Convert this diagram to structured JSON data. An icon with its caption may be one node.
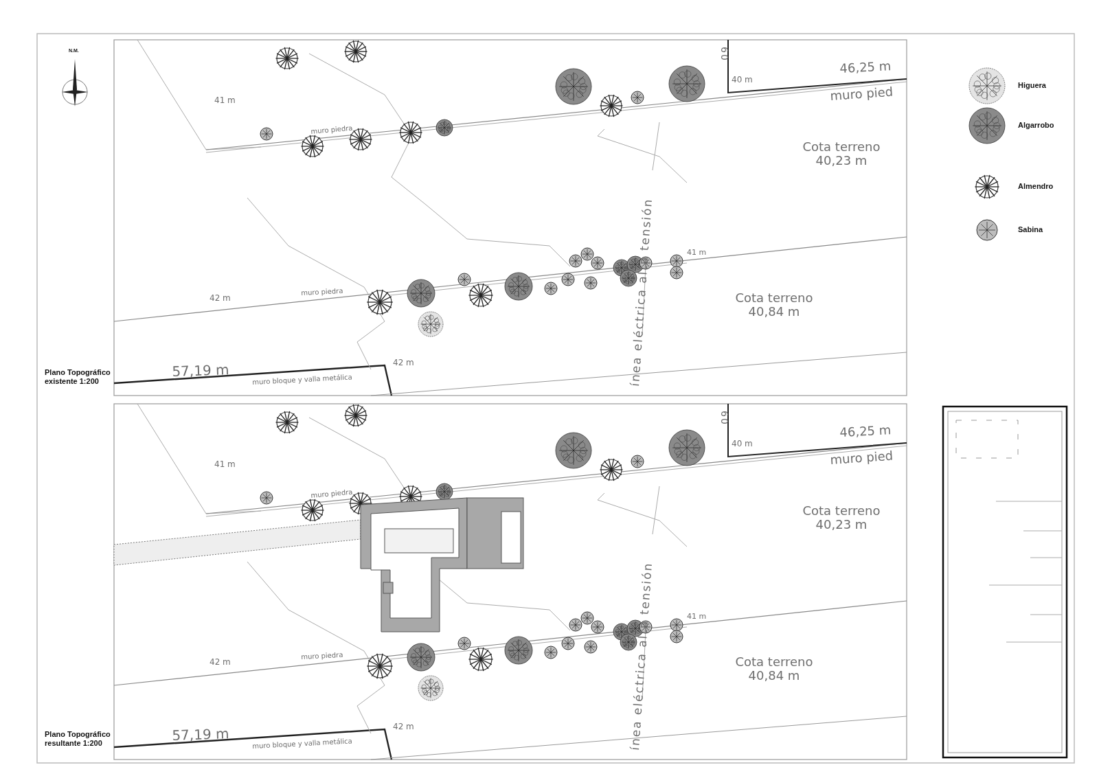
{
  "diagram": {
    "labels": [
      "N.M.",
      "41 m",
      "muro piedra",
      "46,25 m",
      "40 m",
      "60",
      "muro pied",
      "Cota terreno 40,23 m",
      "ínea eléctrica alta tensión",
      "41 m",
      "muro piedra",
      "42 m",
      "Cota terreno 40,84 m",
      "57,19 m",
      "42 m",
      "muro bloque y valla metálica",
      "Plano Topográfico existente 1:200",
      "41 m",
      "muro piedra",
      "46,25 m",
      "40 m",
      "60",
      "muro pied",
      "Cota terreno 40,23 m",
      "ínea eléctrica alta tensión",
      "41 m",
      "muro piedra",
      "42 m",
      "Cota terreno 40,84 m",
      "57,19 m",
      "42 m",
      "muro bloque y valla metálica",
      "Plano Topográfico resultante 1:200"
    ],
    "legend": [
      {
        "text": "Higuera"
      },
      {
        "text": "Algarrobo"
      },
      {
        "text": "Almendro"
      },
      {
        "text": "Sabina"
      }
    ]
  }
}
